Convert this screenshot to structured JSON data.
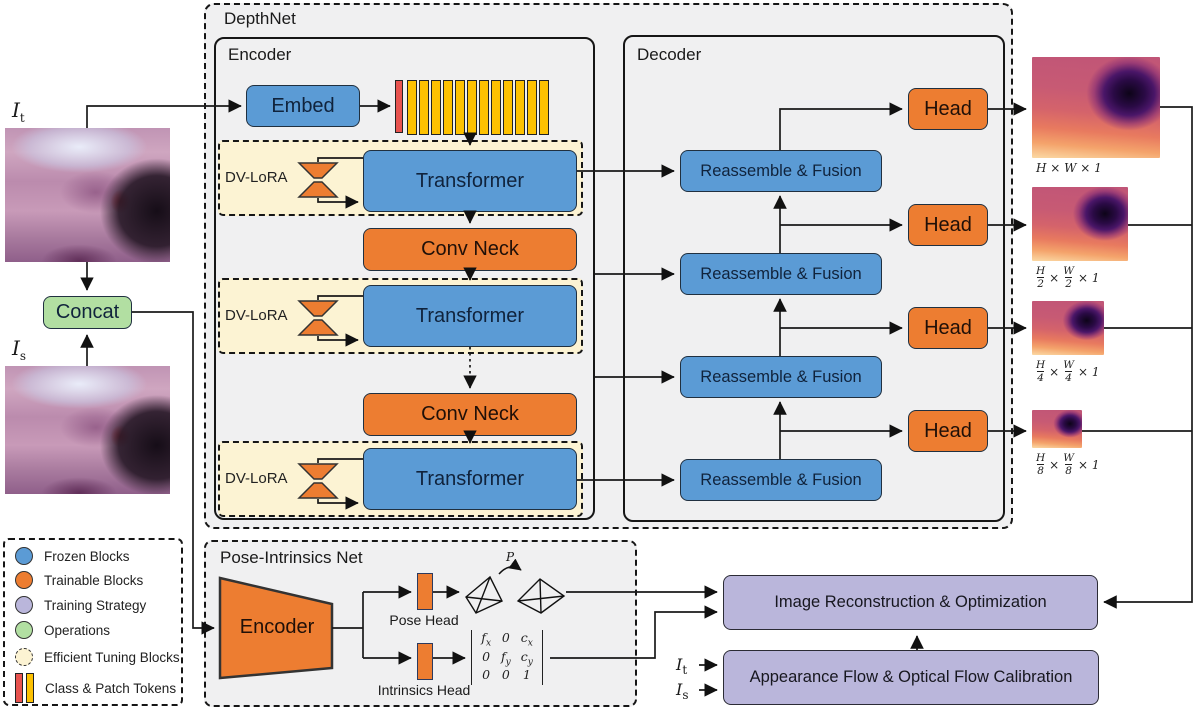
{
  "colors": {
    "frozen_blue": "#5b9bd5",
    "trainable_orange": "#ed7d31",
    "strategy_purple": "#bab6db",
    "operations_green": "#b2dfa2",
    "tuning_cream": "#fcf3d3",
    "token_red": "#e8534f",
    "token_yellow": "#fdc101",
    "panel_gray": "#f0f0f1"
  },
  "depthnet": {
    "title": "DepthNet",
    "encoder_title": "Encoder",
    "decoder_title": "Decoder",
    "embed": "Embed",
    "dv_lora": "DV-LoRA",
    "transformer": "Transformer",
    "conv_neck": "Conv Neck",
    "reassemble_fusion": "Reassemble & Fusion",
    "head": "Head"
  },
  "inputs": {
    "target": {
      "b": "I",
      "s": "t"
    },
    "source": {
      "b": "I",
      "s": "s"
    },
    "concat": "Concat"
  },
  "map_labels": {
    "map1": "H × W × 1",
    "h": "H",
    "w": "W",
    "times": "×",
    "tail": "× 1",
    "dens": [
      "2",
      "4",
      "8"
    ]
  },
  "legend": {
    "items": [
      {
        "label": "Frozen Blocks"
      },
      {
        "label": "Trainable Blocks"
      },
      {
        "label": "Training Strategy"
      },
      {
        "label": "Operations"
      },
      {
        "label": "Efficient Tuning Blocks"
      },
      {
        "label": "Class & Patch Tokens"
      }
    ]
  },
  "pose_net": {
    "title": "Pose-Intrinsics Net",
    "encoder": "Encoder",
    "pose_head": "Pose Head",
    "intrinsics_head": "Intrinsics Head",
    "p": "P",
    "matrix": {
      "r0": [
        {
          "b": "f",
          "s": "x"
        },
        {
          "b": "0",
          "s": ""
        },
        {
          "b": "c",
          "s": "x"
        }
      ],
      "r1": [
        {
          "b": "0",
          "s": ""
        },
        {
          "b": "f",
          "s": "y"
        },
        {
          "b": "c",
          "s": "y"
        }
      ],
      "r2": [
        {
          "b": "0",
          "s": ""
        },
        {
          "b": "0",
          "s": ""
        },
        {
          "b": "1",
          "s": ""
        }
      ]
    }
  },
  "optimization": {
    "reconstruction": "Image Reconstruction & Optimization",
    "appearance_flow": "Appearance Flow & Optical Flow Calibration",
    "it": {
      "b": "I",
      "s": "t"
    },
    "is": {
      "b": "I",
      "s": "s"
    }
  }
}
